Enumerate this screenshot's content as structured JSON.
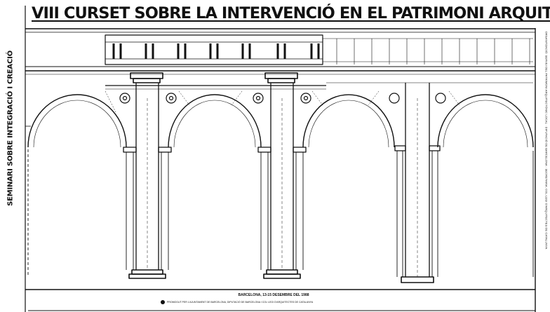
{
  "poster": {
    "title": "VIII CURSET SOBRE LA INTERVENCIÓ EN EL PATRIMONI ARQUITECTÒNIC",
    "side_label": "SEMINARI SOBRE INTEGRACIÓ I CREACIÓ",
    "footer": {
      "line1": "BARCELONA, 13-15 DESEMBRE DEL 1988",
      "line2": "PROMOGUT PER L'AJUNTAMENT DE BARCELONA, DIPUTACIÓ DE BARCELONA I COL·LEGI D'ARQUITECTES DE CATALUNYA"
    },
    "right_note": "ORGANITZACIÓ: SERVEI DEL PATRIMONI ARQUITECTÒNIC LOCAL · DIPUTACIÓ DE BARCELONA · SECRETARIA: COL·LEGI D'ARQUITECTES DE CATALUNYA"
  },
  "colors": {
    "ink": "#111111",
    "paper": "#ffffff"
  }
}
